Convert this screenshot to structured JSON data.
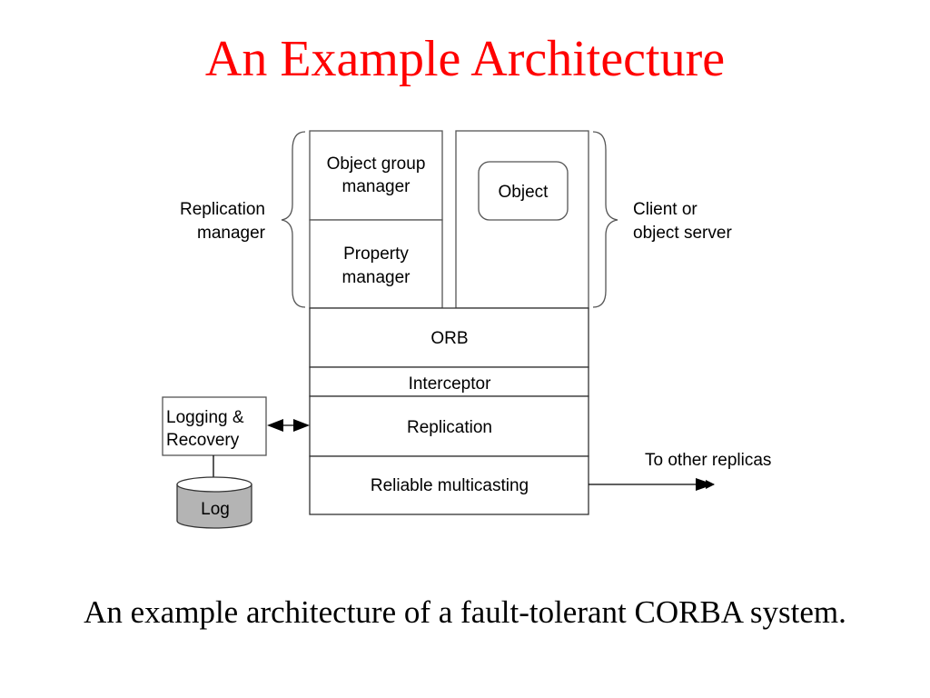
{
  "title": "An Example Architecture",
  "caption": "An example architecture of a fault-tolerant CORBA system.",
  "title_color": "#ff0000",
  "diagram": {
    "replication_manager_label": [
      "Replication",
      "manager"
    ],
    "client_label": [
      "Client or",
      "object server"
    ],
    "object_group_manager": [
      "Object group",
      "manager"
    ],
    "property_manager": [
      "Property",
      "manager"
    ],
    "object": "Object",
    "orb": "ORB",
    "interceptor": "Interceptor",
    "replication": "Replication",
    "reliable_multicasting": "Reliable multicasting",
    "logging_recovery": [
      "Logging &",
      "Recovery"
    ],
    "log": "Log",
    "to_other_replicas": "To other replicas",
    "log_fill_color": "#b4b4b4"
  }
}
